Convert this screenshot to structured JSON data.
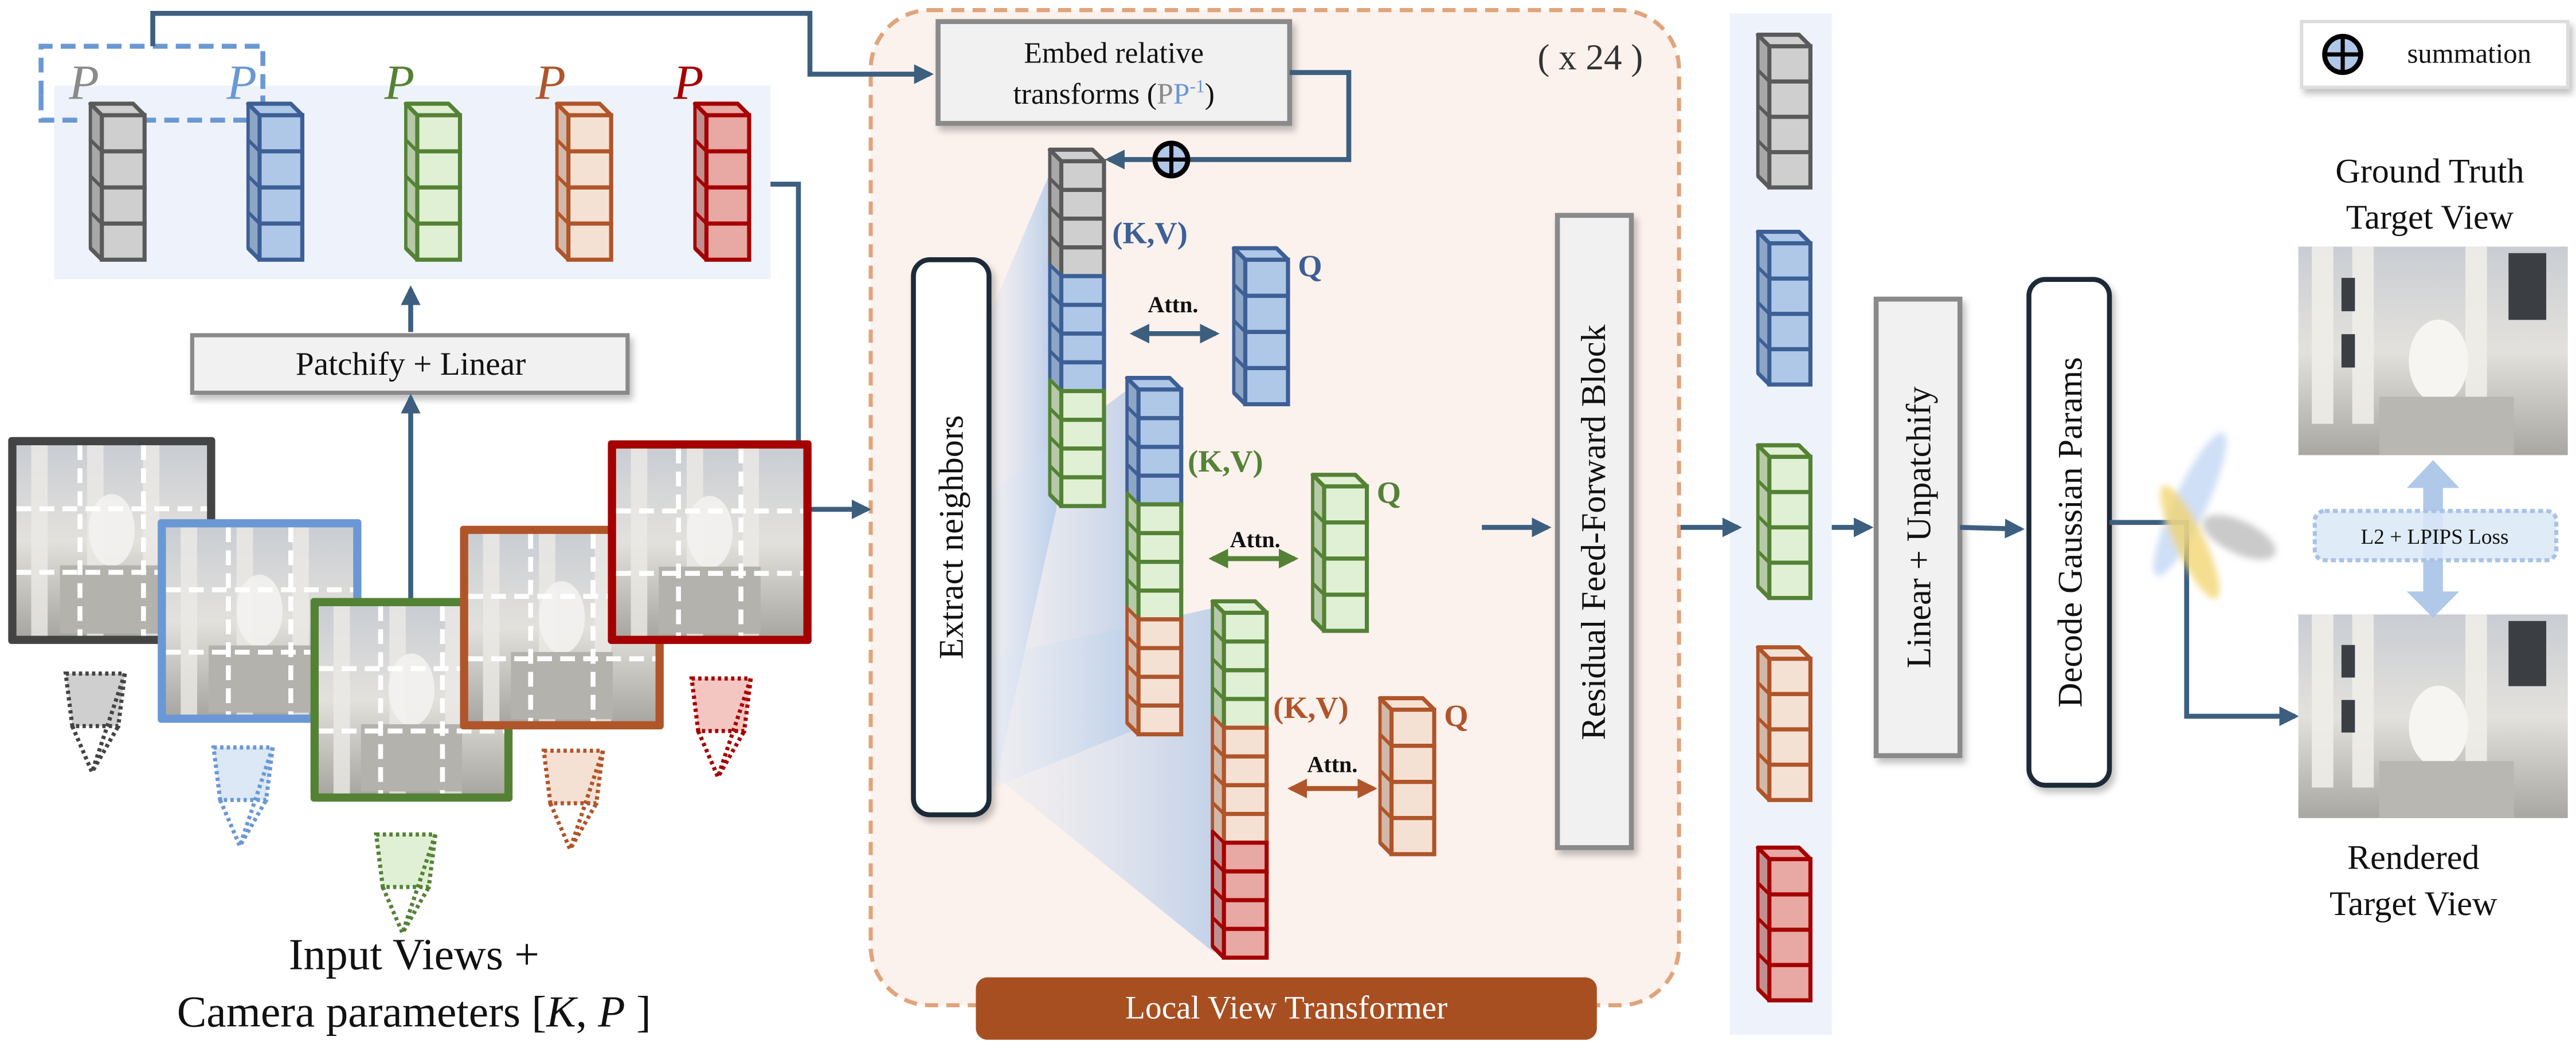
{
  "colors": {
    "gray": {
      "stroke": "#5a5a5a",
      "fill": "#cfcfcf",
      "side": "#a8a8a8"
    },
    "blue": {
      "stroke": "#3d5f96",
      "fill": "#afc8e8",
      "side": "#8ea6c6"
    },
    "green": {
      "stroke": "#548235",
      "fill": "#e0f0d4",
      "side": "#b6c9a8"
    },
    "orange": {
      "stroke": "#b0552a",
      "fill": "#f5e1d4",
      "side": "#d2b8a8"
    },
    "red": {
      "stroke": "#a50000",
      "fill": "#e8a8a4",
      "side": "#c09090"
    },
    "arrow": "#3d5f7f",
    "lvt_bg": "#fbf1ed",
    "lvt_border": "#e0a47c",
    "lvt_label_bg": "#a84f22",
    "token_panel_bg": "#eef3fb"
  },
  "input_tokens": {
    "pose_labels": [
      "P",
      "P",
      "P",
      "P",
      "P"
    ],
    "pose_colors": [
      "gray",
      "blue",
      "green",
      "orange",
      "red"
    ]
  },
  "patchify": {
    "label": "Patchify + Linear"
  },
  "input_caption": {
    "line1": "Input Views +",
    "line2_prefix": "Camera parameters [",
    "k": "K",
    "sep": ", ",
    "p": "P",
    "suffix": " ]"
  },
  "embed": {
    "line1": "Embed relative",
    "line2_prefix": "transforms (",
    "p1": "P",
    "p2": "P",
    "sup": "-1",
    "suffix": ")"
  },
  "repeat": {
    "label": "( x 24 )"
  },
  "extract": {
    "label": "Extract neighbors"
  },
  "attention_groups": [
    {
      "color": "blue",
      "kv_label": "(K,V)",
      "q_label": "Q",
      "attn_label": "Attn."
    },
    {
      "color": "green",
      "kv_label": "(K,V)",
      "q_label": "Q",
      "attn_label": "Attn."
    },
    {
      "color": "orange",
      "kv_label": "(K,V)",
      "q_label": "Q",
      "attn_label": "Attn."
    }
  ],
  "ffn": {
    "label": "Residual Feed-Forward Block"
  },
  "lvt": {
    "label": "Local View Transformer"
  },
  "unpatchify": {
    "label": "Linear + Unpatchify"
  },
  "decode": {
    "label": "Decode Gaussian Params"
  },
  "legend": {
    "label": "summation"
  },
  "gt": {
    "line1": "Ground Truth",
    "line2": "Target View"
  },
  "loss": {
    "label": "L2 + LPIPS Loss"
  },
  "rendered": {
    "line1": "Rendered",
    "line2": "Target View"
  }
}
